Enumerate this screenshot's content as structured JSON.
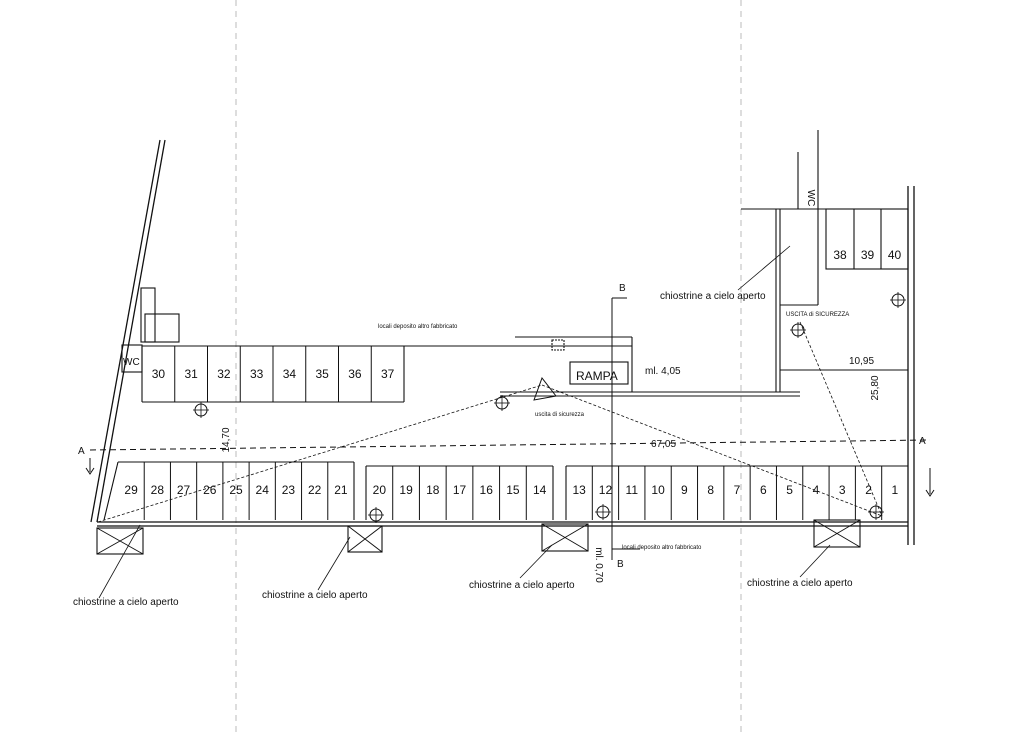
{
  "plan": {
    "spaces_bottom": [
      "29",
      "28",
      "27",
      "26",
      "25",
      "24",
      "23",
      "22",
      "21",
      "20",
      "19",
      "18",
      "17",
      "16",
      "15",
      "14",
      "13",
      "12",
      "11",
      "10",
      "9",
      "8",
      "7",
      "6",
      "5",
      "4",
      "3",
      "2",
      "1"
    ],
    "spaces_top": [
      "30",
      "31",
      "32",
      "33",
      "34",
      "35",
      "36",
      "37"
    ],
    "spaces_right": [
      "38",
      "39",
      "40"
    ],
    "labels": {
      "wc": "WC",
      "rampa": "RAMPA",
      "chiostrina": "chiostrine a cielo aperto",
      "section_a": "A",
      "section_b": "B",
      "dim_4_05": "ml. 4,05",
      "dim_10_95": "10,95",
      "dim_25_80": "25,80",
      "dim_67_05": "67,05",
      "dim_0_70": "ml. 0,70",
      "dim_14_70": "14,70",
      "uscita_1": "uscita di sicurezza",
      "uscita_2": "USCITA di SICUREZZA",
      "small_note_a": "locali deposito altro fabbricato",
      "small_note_b": "locali deposito altro fabbricato"
    }
  }
}
